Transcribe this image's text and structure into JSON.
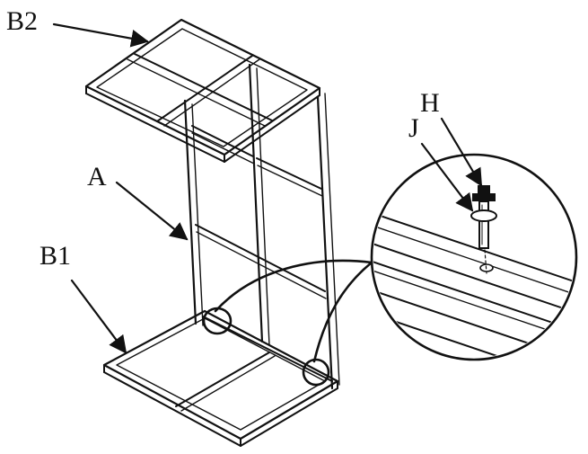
{
  "labels": {
    "b2": "B2",
    "a": "A",
    "b1": "B1",
    "h": "H",
    "j": "J"
  },
  "colors": {
    "ink": "#111111",
    "paper": "#ffffff"
  },
  "icons": [
    "arrow-icon",
    "detail-magnifier-icon"
  ]
}
